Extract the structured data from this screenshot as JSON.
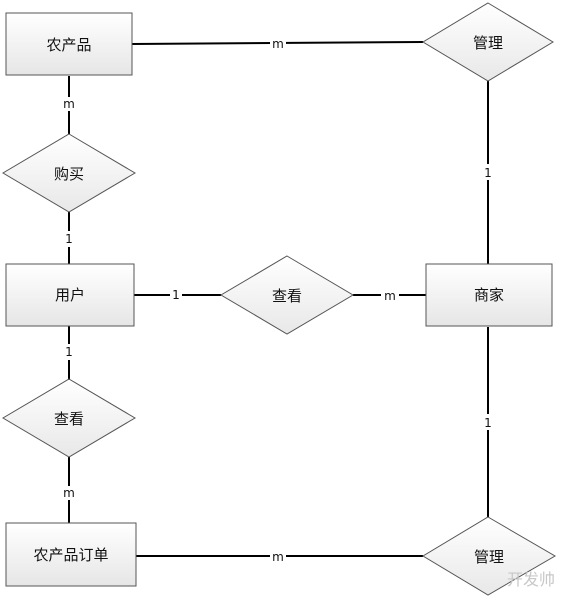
{
  "entities": {
    "product": "农产品",
    "user": "用户",
    "merchant": "商家",
    "order": "农产品订单"
  },
  "relationships": {
    "manage_top": "管理",
    "buy": "购买",
    "view_center": "查看",
    "view_left": "查看",
    "manage_bottom": "管理"
  },
  "cardinalities": {
    "product_manage": "m",
    "manage_merchant": "1",
    "product_buy": "m",
    "buy_user": "1",
    "user_view": "1",
    "view_merchant": "m",
    "user_view_left": "1",
    "view_order": "m",
    "merchant_manage_bottom": "1",
    "order_manage": "m"
  },
  "watermark": "开发帅"
}
